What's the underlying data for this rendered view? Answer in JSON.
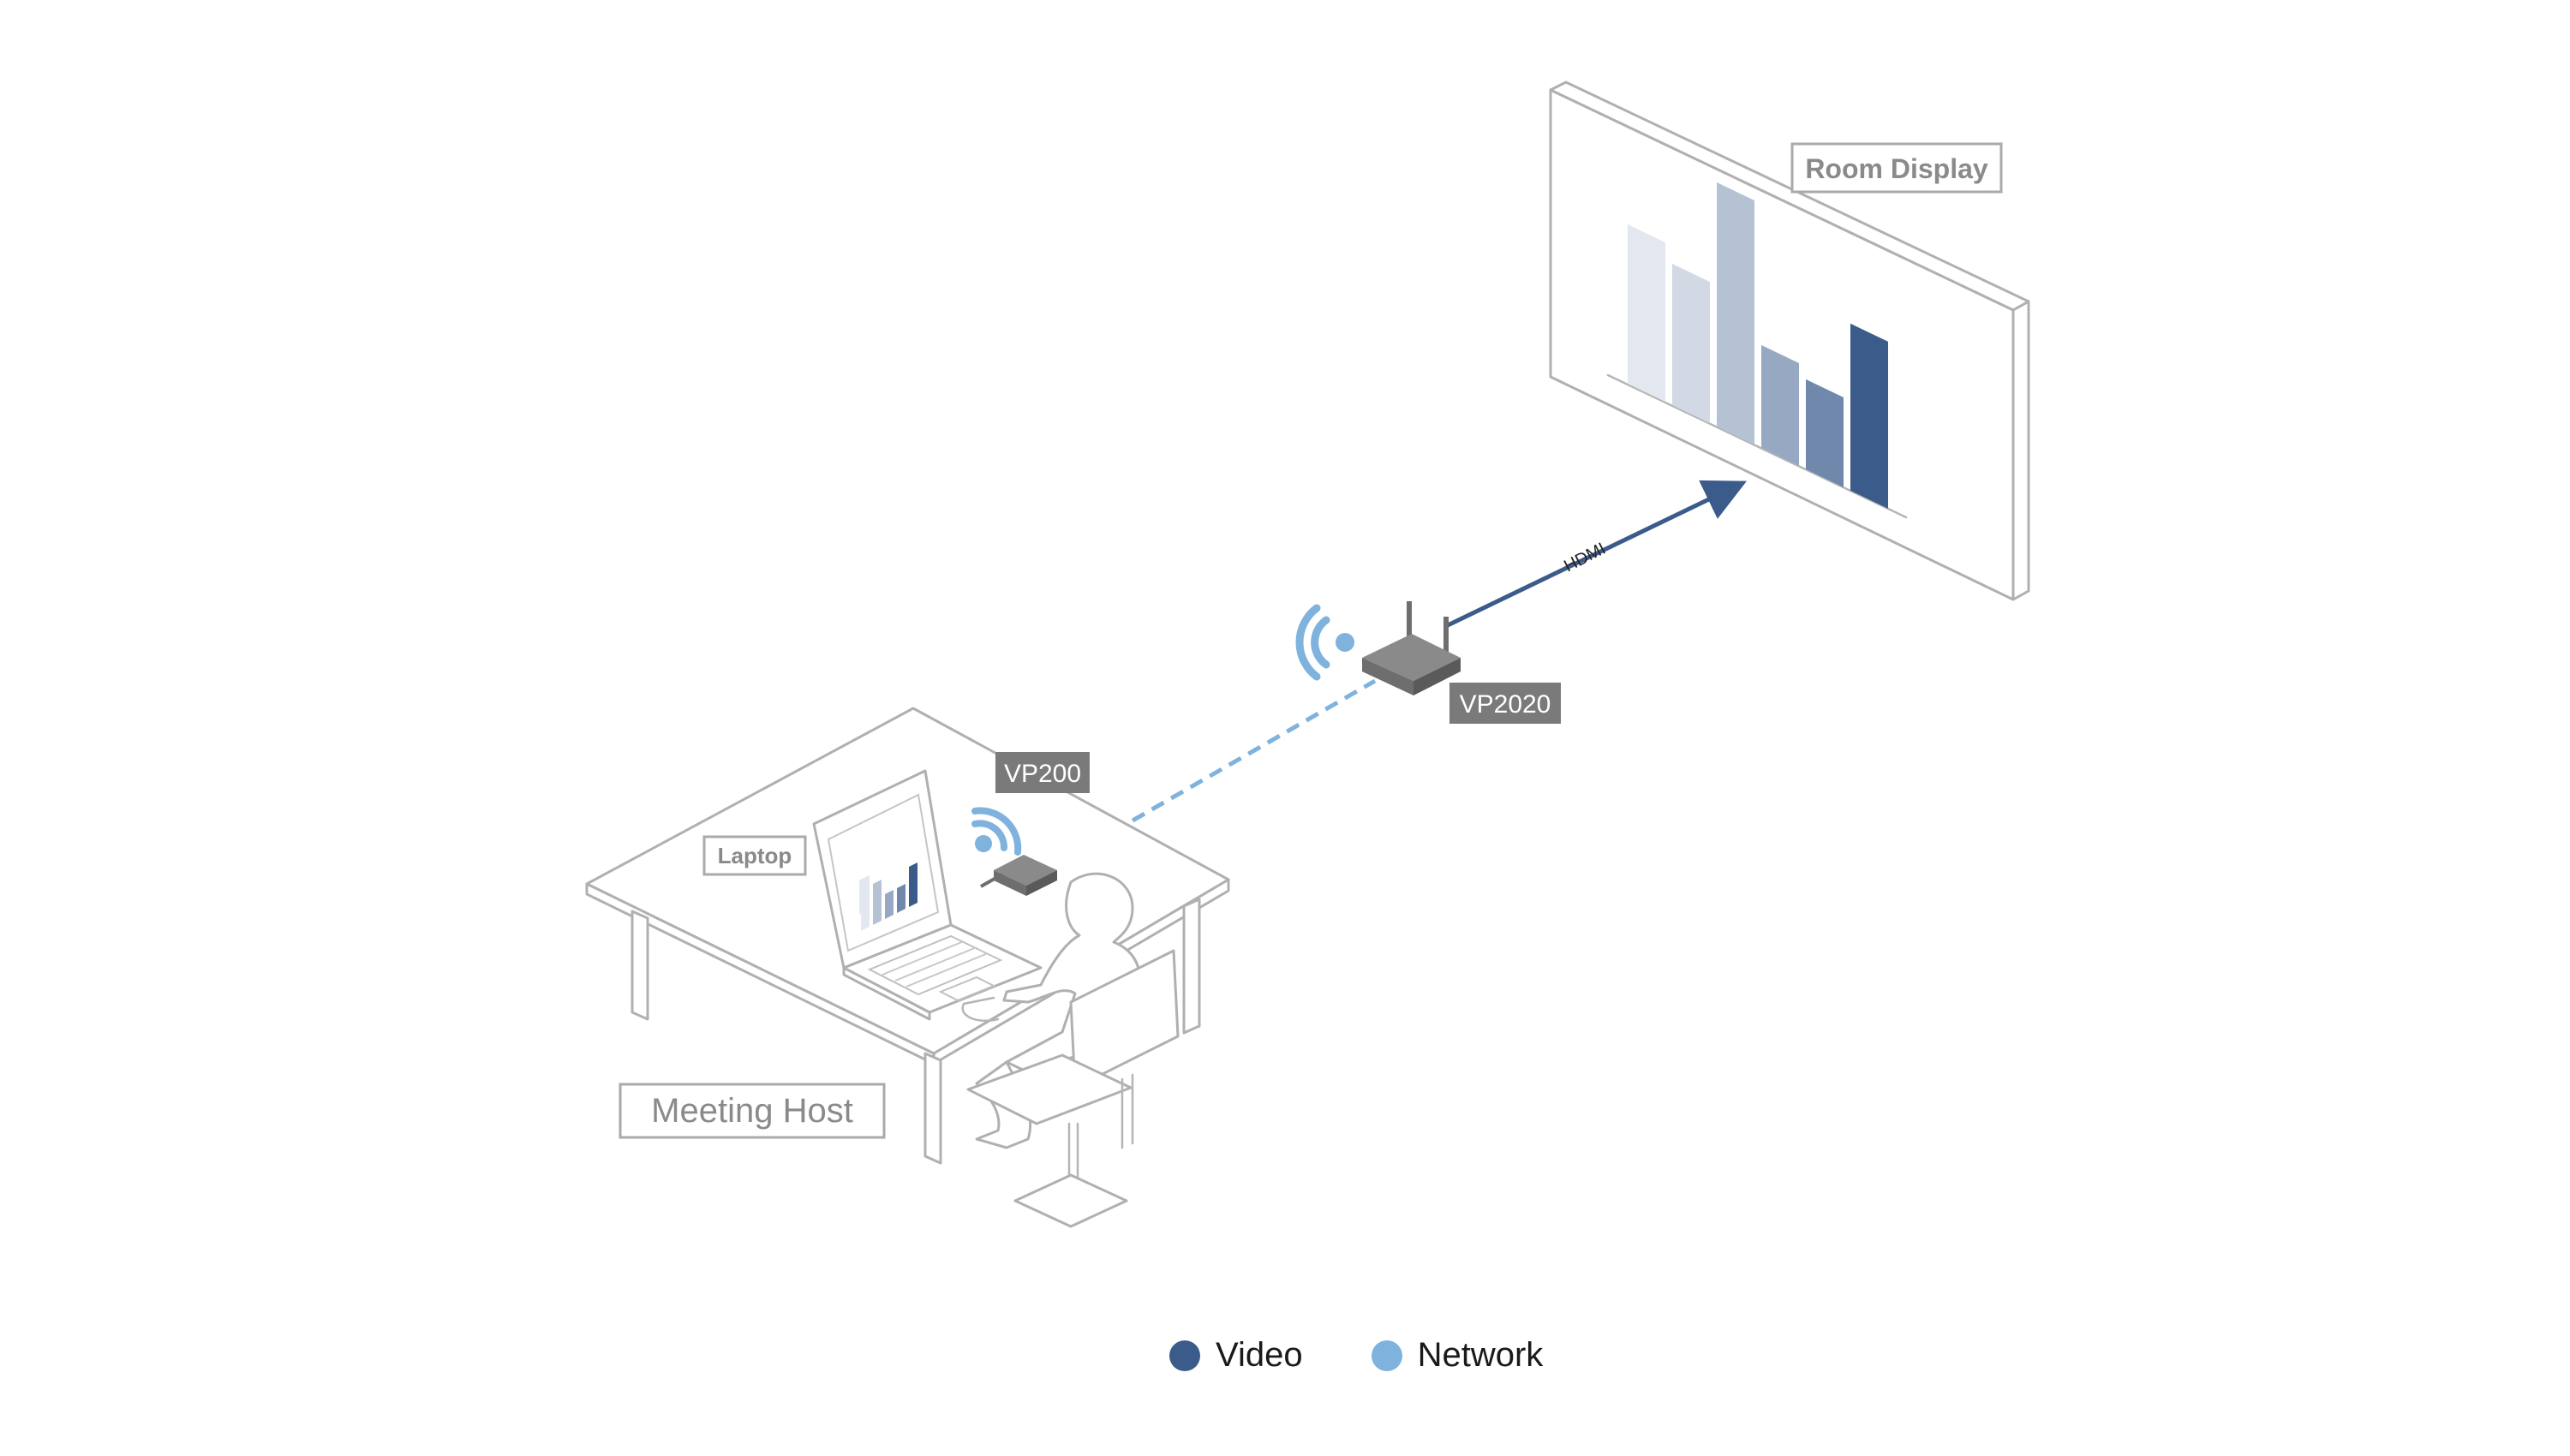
{
  "labels": {
    "room_display": "Room Display",
    "laptop": "Laptop",
    "meeting_host": "Meeting Host",
    "receiver_device": "VP2020",
    "transmitter_device": "VP200",
    "hdmi": "HDMI"
  },
  "legend": [
    {
      "label": "Video",
      "color": "#3b5b8a"
    },
    {
      "label": "Network",
      "color": "#7fb2dc"
    }
  ],
  "colors": {
    "video": "#3b5b8a",
    "network": "#7fb2dc",
    "device": "#6e6e6e",
    "outline": "#b0b0b0"
  },
  "display_bars": [
    {
      "level": 0.62,
      "color": "#e3e7ef"
    },
    {
      "level": 0.55,
      "color": "#d2d9e5"
    },
    {
      "level": 0.95,
      "color": "#b5c2d4"
    },
    {
      "level": 0.4,
      "color": "#97a9c2"
    },
    {
      "level": 0.35,
      "color": "#7088ab"
    },
    {
      "level": 0.65,
      "color": "#3b5b8a"
    }
  ]
}
